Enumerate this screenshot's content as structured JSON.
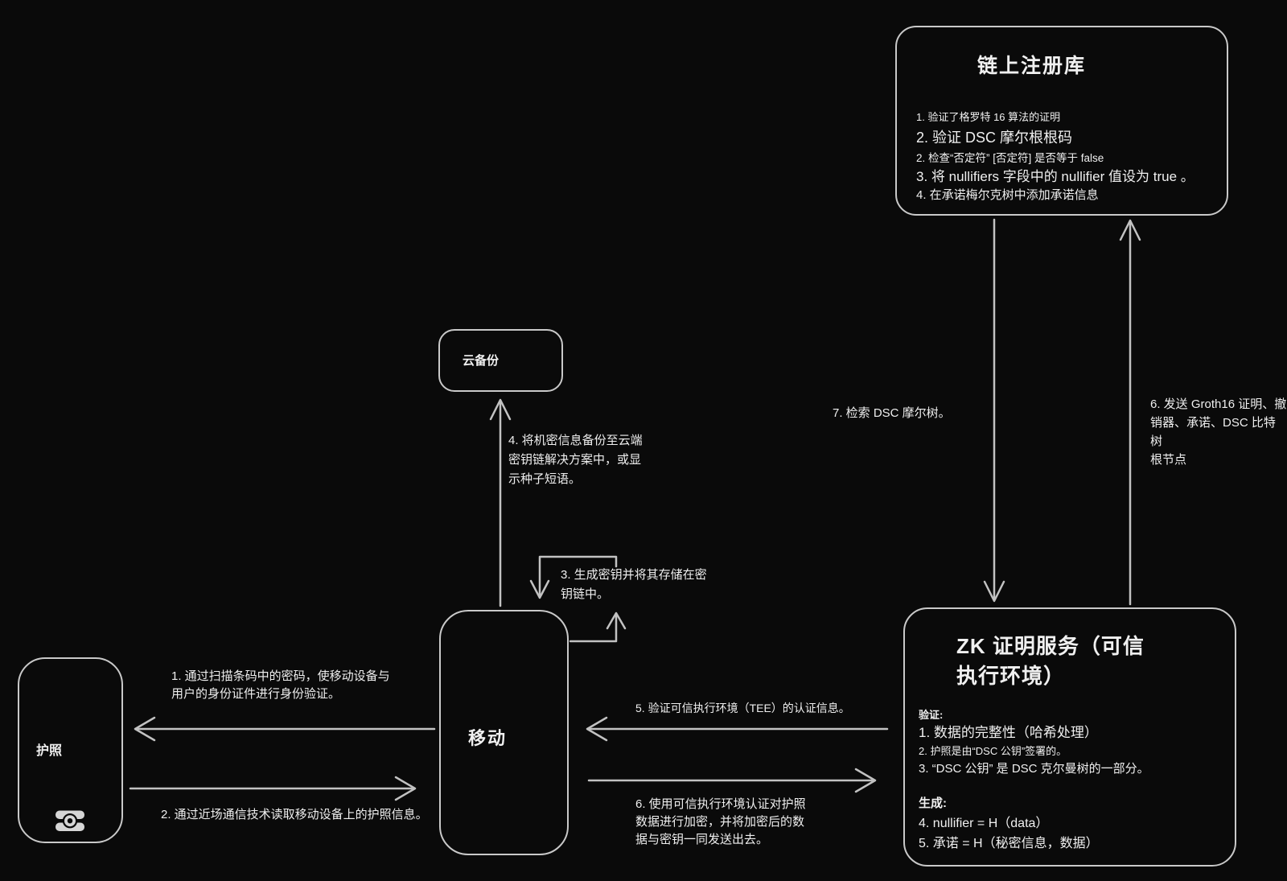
{
  "colors": {
    "background": "#0a0a0a",
    "stroke": "#c9c9c9",
    "arrow": "#c2c2c2",
    "text": "#f0f0f0"
  },
  "nodes": {
    "registry": {
      "title": "链上注册库",
      "items": [
        "1. 验证了格罗特 16 算法的证明",
        "2. 验证 DSC 摩尔根根码",
        "2. 检查“否定符” [否定符] 是否等于 false",
        "3. 将 nullifiers 字段中的 nullifier 值设为 true 。",
        "4. 在承诺梅尔克树中添加承诺信息"
      ]
    },
    "cloud": {
      "label": "云备份"
    },
    "passport": {
      "label": "护照",
      "icon": "epassport-chip-icon"
    },
    "mobile": {
      "label": "移动"
    },
    "zk": {
      "title": "ZK 证明服务（可信\n执行环境）",
      "sections": [
        {
          "heading": "验证:",
          "items": [
            "1. 数据的完整性（哈希处理）",
            "2. 护照是由“DSC 公钥”签署的。",
            "3. “DSC 公钥” 是 DSC 克尔曼树的一部分。"
          ]
        },
        {
          "heading": "生成:",
          "items": [
            "4. nullifier = H（data）",
            "5. 承诺 = H（秘密信息，数据）"
          ]
        }
      ]
    }
  },
  "edges": {
    "scan_auth": {
      "label": "1. 通过扫描条码中的密码，使移动设备与\n用户的身份证件进行身份验证。"
    },
    "nfc_read": {
      "label": "2. 通过近场通信技术读取移动设备上的护照信息。"
    },
    "keygen": {
      "label": "3. 生成密钥并将其存储在密\n钥链中。"
    },
    "cloud_backup": {
      "label": "4. 将机密信息备份至云端\n密钥链解决方案中，或显\n示种子短语。"
    },
    "tee_attest": {
      "label": "5. 验证可信执行环境（TEE）的认证信息。"
    },
    "send_encrypted": {
      "label": "6. 使用可信执行环境认证对护照\n数据进行加密，并将加密后的数\n据与密钥一同发送出去。"
    },
    "send_proof": {
      "label": "6. 发送 Groth16 证明、撤\n销器、承诺、DSC 比特树\n根节点"
    },
    "fetch_tree": {
      "label": "7. 检索 DSC 摩尔树。"
    }
  }
}
